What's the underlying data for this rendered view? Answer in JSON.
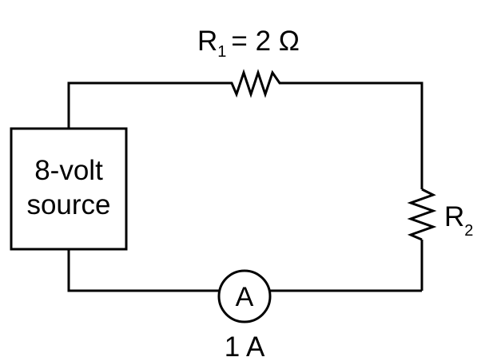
{
  "circuit": {
    "source": {
      "line1": "8-volt",
      "line2": "source"
    },
    "r1": {
      "symbol": "R",
      "subscript": "1",
      "value": "=  2 Ω"
    },
    "r2": {
      "symbol": "R",
      "subscript": "2"
    },
    "ammeter": {
      "symbol": "A",
      "reading": "1 A"
    }
  }
}
